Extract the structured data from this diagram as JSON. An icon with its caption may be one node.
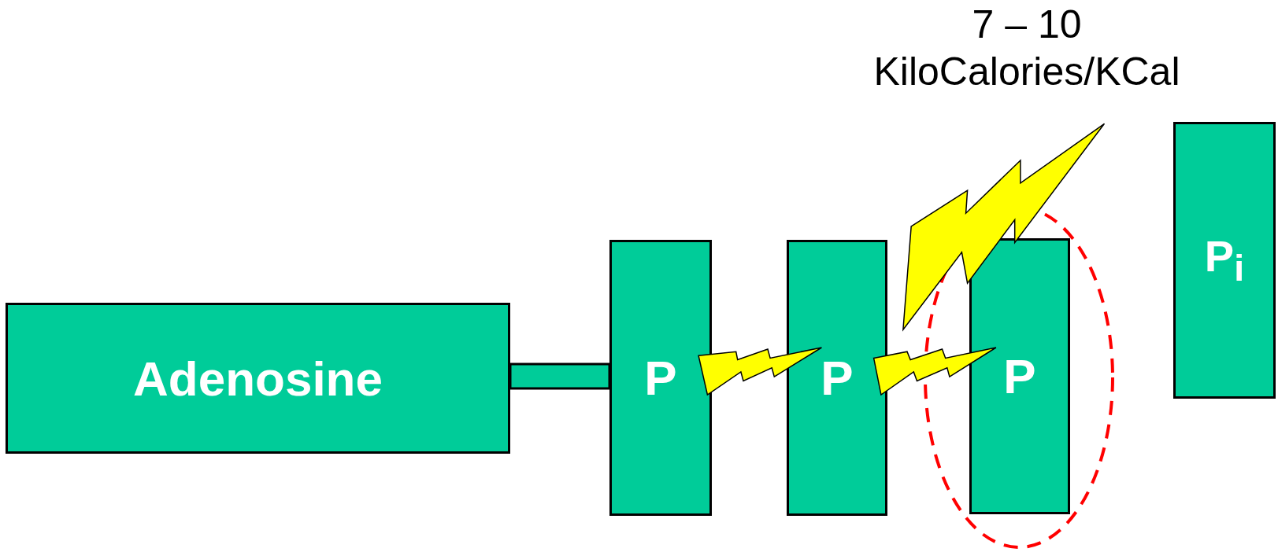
{
  "diagram": {
    "nodes": [
      {
        "text": [
          "Adenosine"
        ]
      },
      {
        "text": [
          "P"
        ]
      },
      {
        "text": [
          "P"
        ]
      },
      {
        "text": [
          "P"
        ]
      },
      {
        "text": [
          "P$_{i}$"
        ]
      }
    ],
    "edges": [
      {
        "from": 0,
        "to": 1,
        "arrow": "none",
        "style": "thick"
      }
    ],
    "labels": [
      "7 – 10",
      "KiloCalories/KCal"
    ]
  }
}
